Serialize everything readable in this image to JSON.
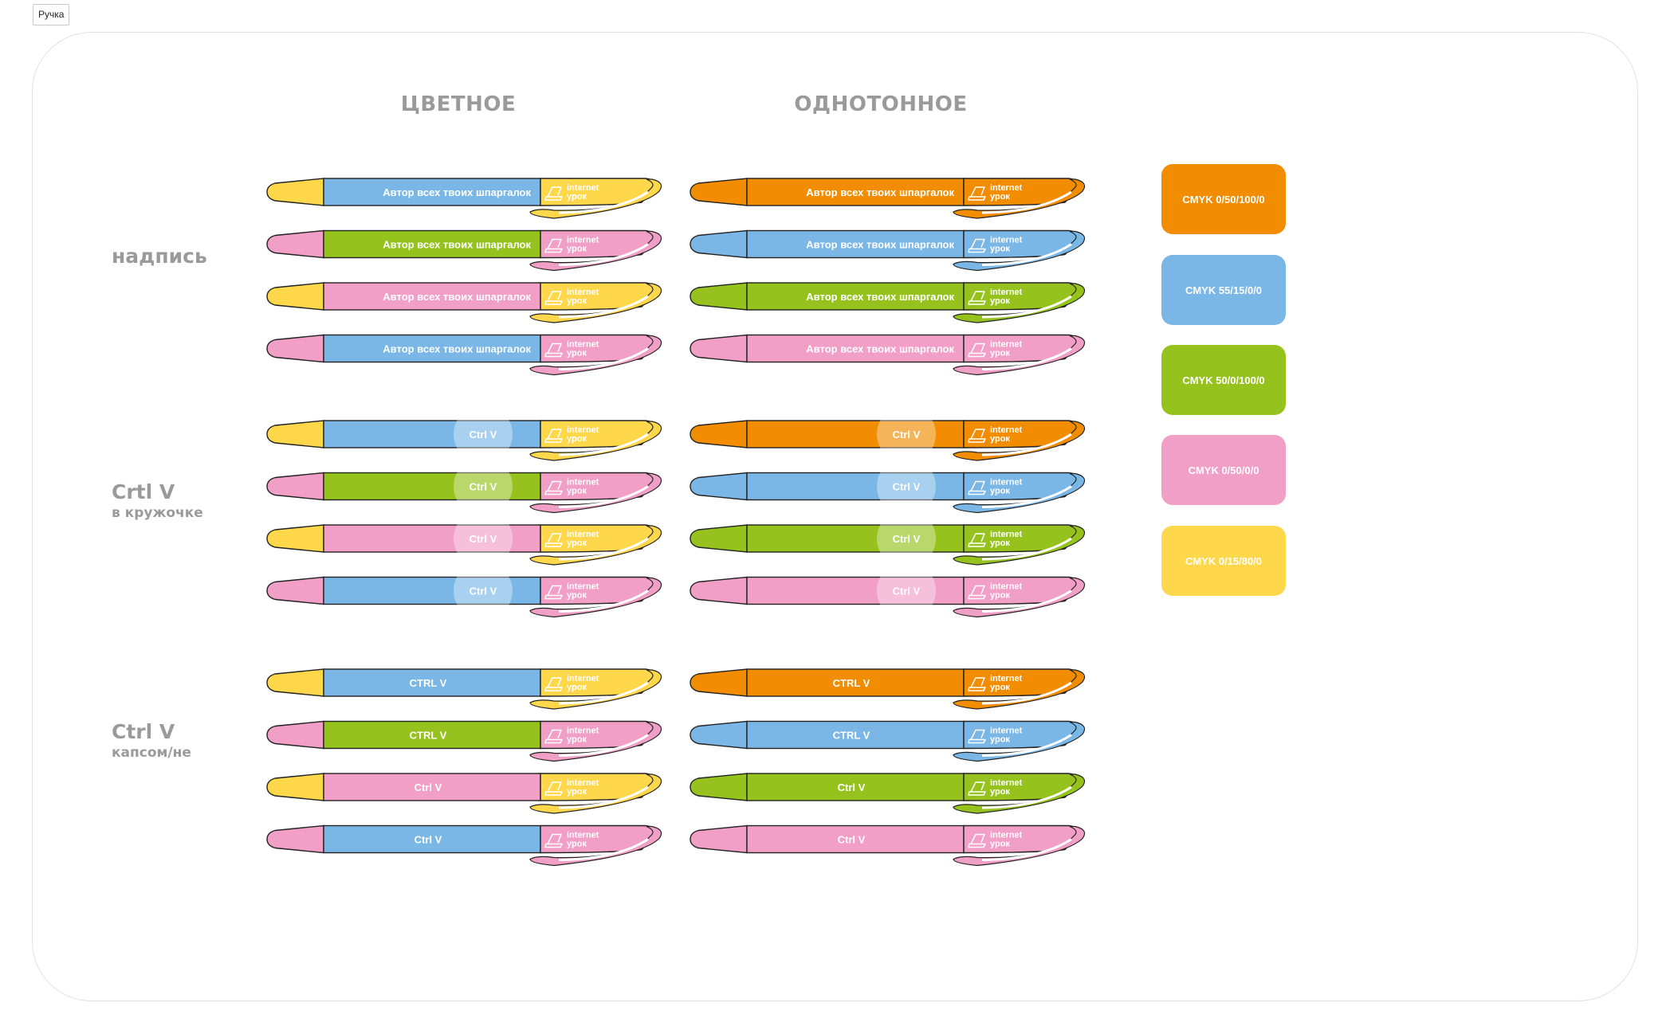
{
  "tag_label": "Ручка",
  "columns": [
    {
      "title": "ЦВЕТНОЕ"
    },
    {
      "title": "ОДНОТОННОЕ"
    }
  ],
  "groups": [
    {
      "title": "надпись",
      "subtitle": "",
      "text_style": "plain",
      "colored": [
        {
          "tip": "#ffd74a",
          "body": "#7ab7e6",
          "clip": "#ffd74a",
          "label": "Автор всех твоих шпаргалок"
        },
        {
          "tip": "#f29fc8",
          "body": "#96c21e",
          "clip": "#f29fc8",
          "label": "Автор всех твоих шпаргалок"
        },
        {
          "tip": "#ffd74a",
          "body": "#f29fc8",
          "clip": "#ffd74a",
          "label": "Автор всех твоих шпаргалок"
        },
        {
          "tip": "#f29fc8",
          "body": "#7ab7e6",
          "clip": "#f29fc8",
          "label": "Автор всех твоих шпаргалок"
        }
      ],
      "solid": [
        {
          "color": "#f28c00",
          "label": "Автор всех твоих шпаргалок"
        },
        {
          "color": "#7ab7e6",
          "label": "Автор всех твоих шпаргалок"
        },
        {
          "color": "#96c21e",
          "label": "Автор всех твоих шпаргалок"
        },
        {
          "color": "#f29fc8",
          "label": "Автор всех твоих шпаргалок"
        }
      ]
    },
    {
      "title": "Crtl V",
      "subtitle": "в кружочке",
      "text_style": "circle",
      "colored": [
        {
          "tip": "#ffd74a",
          "body": "#7ab7e6",
          "clip": "#ffd74a",
          "label": "Ctrl V"
        },
        {
          "tip": "#f29fc8",
          "body": "#96c21e",
          "clip": "#f29fc8",
          "label": "Ctrl V"
        },
        {
          "tip": "#ffd74a",
          "body": "#f29fc8",
          "clip": "#ffd74a",
          "label": "Ctrl V"
        },
        {
          "tip": "#f29fc8",
          "body": "#7ab7e6",
          "clip": "#f29fc8",
          "label": "Ctrl V"
        }
      ],
      "solid": [
        {
          "color": "#f28c00",
          "label": "Ctrl V"
        },
        {
          "color": "#7ab7e6",
          "label": "Ctrl V"
        },
        {
          "color": "#96c21e",
          "label": "Ctrl V"
        },
        {
          "color": "#f29fc8",
          "label": "Ctrl V"
        }
      ]
    },
    {
      "title": "Ctrl V",
      "subtitle": "капсом/не",
      "text_style": "center",
      "colored": [
        {
          "tip": "#ffd74a",
          "body": "#7ab7e6",
          "clip": "#ffd74a",
          "label": "CTRL V"
        },
        {
          "tip": "#f29fc8",
          "body": "#96c21e",
          "clip": "#f29fc8",
          "label": "CTRL V"
        },
        {
          "tip": "#ffd74a",
          "body": "#f29fc8",
          "clip": "#ffd74a",
          "label": "Ctrl V"
        },
        {
          "tip": "#f29fc8",
          "body": "#7ab7e6",
          "clip": "#f29fc8",
          "label": "Ctrl V"
        }
      ],
      "solid": [
        {
          "color": "#f28c00",
          "label": "CTRL V"
        },
        {
          "color": "#7ab7e6",
          "label": "CTRL V"
        },
        {
          "color": "#96c21e",
          "label": "Ctrl V"
        },
        {
          "color": "#f29fc8",
          "label": "Ctrl V"
        }
      ]
    }
  ],
  "brand": {
    "line1": "internet",
    "line2": "урок",
    "icon": "laptop-icon"
  },
  "swatches": [
    {
      "label": "CMYK 0/50/100/0",
      "color": "#f28c00"
    },
    {
      "label": "CMYK 55/15/0/0",
      "color": "#7ab7e6"
    },
    {
      "label": "CMYK 50/0/100/0",
      "color": "#96c21e"
    },
    {
      "label": "CMYK 0/50/0/0",
      "color": "#f29fc8"
    },
    {
      "label": "CMYK 0/15/80/0",
      "color": "#ffd74a"
    }
  ]
}
